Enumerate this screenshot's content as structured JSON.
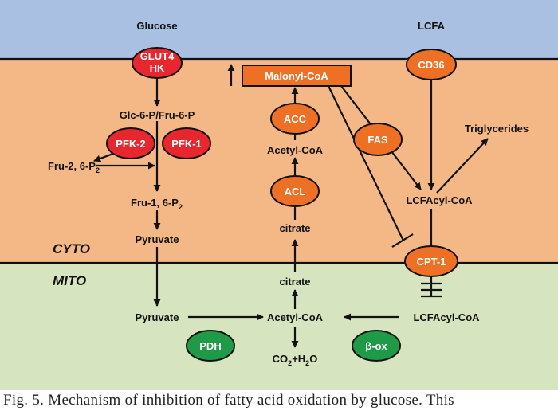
{
  "regions": {
    "cyto": "CYTO",
    "mito": "MITO"
  },
  "labels": {
    "glucose": "Glucose",
    "lcfa": "LCFA",
    "glc_fru": "Glc-6-P/Fru-6-P",
    "fru26": {
      "main": "Fru-2, 6-P",
      "sub": "2"
    },
    "fru16": {
      "main": "Fru-1, 6-P",
      "sub": "2"
    },
    "pyruvate_cyto": "Pyruvate",
    "pyruvate_mito": "Pyruvate",
    "acetylcoa_cyto": "Acetyl-CoA",
    "citrate_cyto": "citrate",
    "triglycerides": "Triglycerides",
    "lcfacylcoa_cyto": "LCFAcyl-CoA",
    "citrate_mito": "citrate",
    "acetylcoa_mito": "Acetyl-CoA",
    "lcfacylcoa_mito": "LCFAcyl-CoA",
    "co2h2o": {
      "a": "CO",
      "a_sub": "2",
      "b": "+H",
      "b_sub": "2",
      "c": "O"
    }
  },
  "nodes": {
    "glut4": {
      "line1": "GLUT4",
      "line2": "HK"
    },
    "cd36": "CD36",
    "pfk2": "PFK-2",
    "pfk1": "PFK-1",
    "malonyl": "Malonyl-CoA",
    "acc": "ACC",
    "acl": "ACL",
    "fas": "FAS",
    "cpt1": "CPT-1",
    "pdh": "PDH",
    "box": "β-ox"
  },
  "colors": {
    "extracellular": "#a9c0e2",
    "cytosol": "#f4b887",
    "mitochondria": "#d6e4c0",
    "red_enzyme": "#e8262e",
    "orange_enzyme": "#ee7025",
    "green_enzyme": "#1f9a47"
  },
  "caption": "Fig. 5. Mechanism of inhibition of fatty acid oxidation by glucose. This"
}
